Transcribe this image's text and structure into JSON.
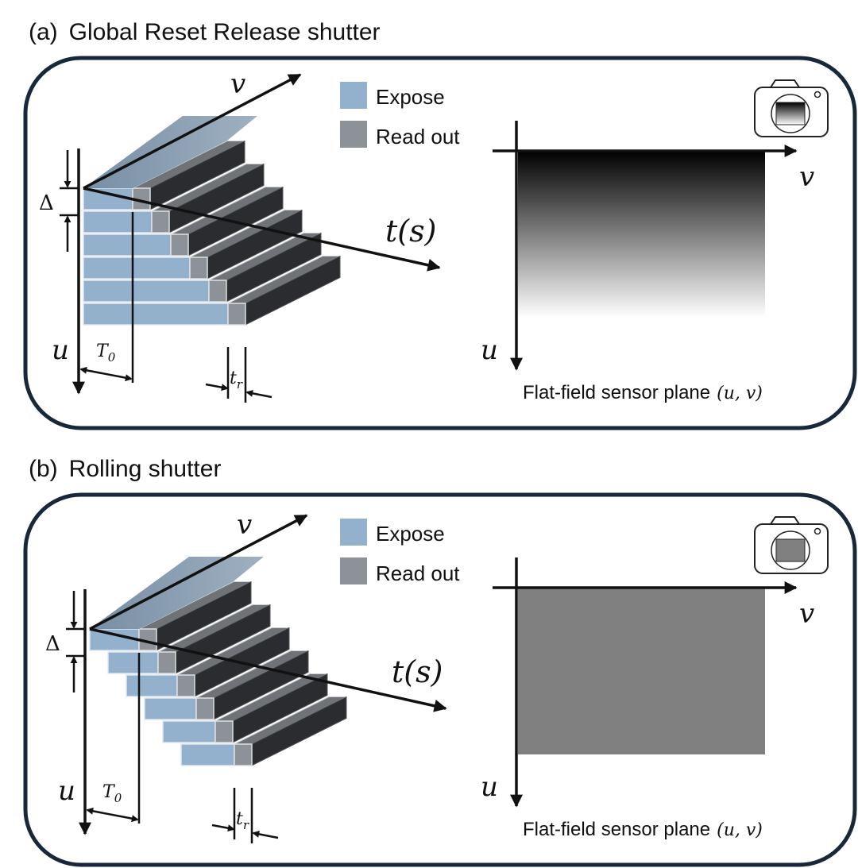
{
  "panels": [
    {
      "label": "(a)",
      "title": "Global Reset Release shutter",
      "mode": "grr",
      "legend": {
        "expose": "Expose",
        "readout": "Read out"
      },
      "axes": {
        "v": "v",
        "u": "u",
        "t": "t(s)",
        "delta": "Δ",
        "T0": "T",
        "T0_sub": "0",
        "tr": "t",
        "tr_sub": "r"
      },
      "sensor_caption": "Flat-field sensor plane",
      "sensor_coords": "(u, v)",
      "sensor_fill": "vertical gradient black to white",
      "camera_icon": "camera-icon"
    },
    {
      "label": "(b)",
      "title": "Rolling shutter",
      "mode": "rolling",
      "legend": {
        "expose": "Expose",
        "readout": "Read out"
      },
      "axes": {
        "v": "v",
        "u": "u",
        "t": "t(s)",
        "delta": "Δ",
        "T0": "T",
        "T0_sub": "0",
        "tr": "t",
        "tr_sub": "r"
      },
      "sensor_caption": "Flat-field sensor plane",
      "sensor_coords": "(u, v)",
      "sensor_fill": "uniform gray",
      "camera_icon": "camera-icon"
    }
  ],
  "colors": {
    "expose": "#93b1cc",
    "readout": "#8c9298",
    "frame": "#17283a",
    "bar_top": "#6f7378",
    "bar_side": "#2a2c2f",
    "sensor_gray": "#808080"
  }
}
